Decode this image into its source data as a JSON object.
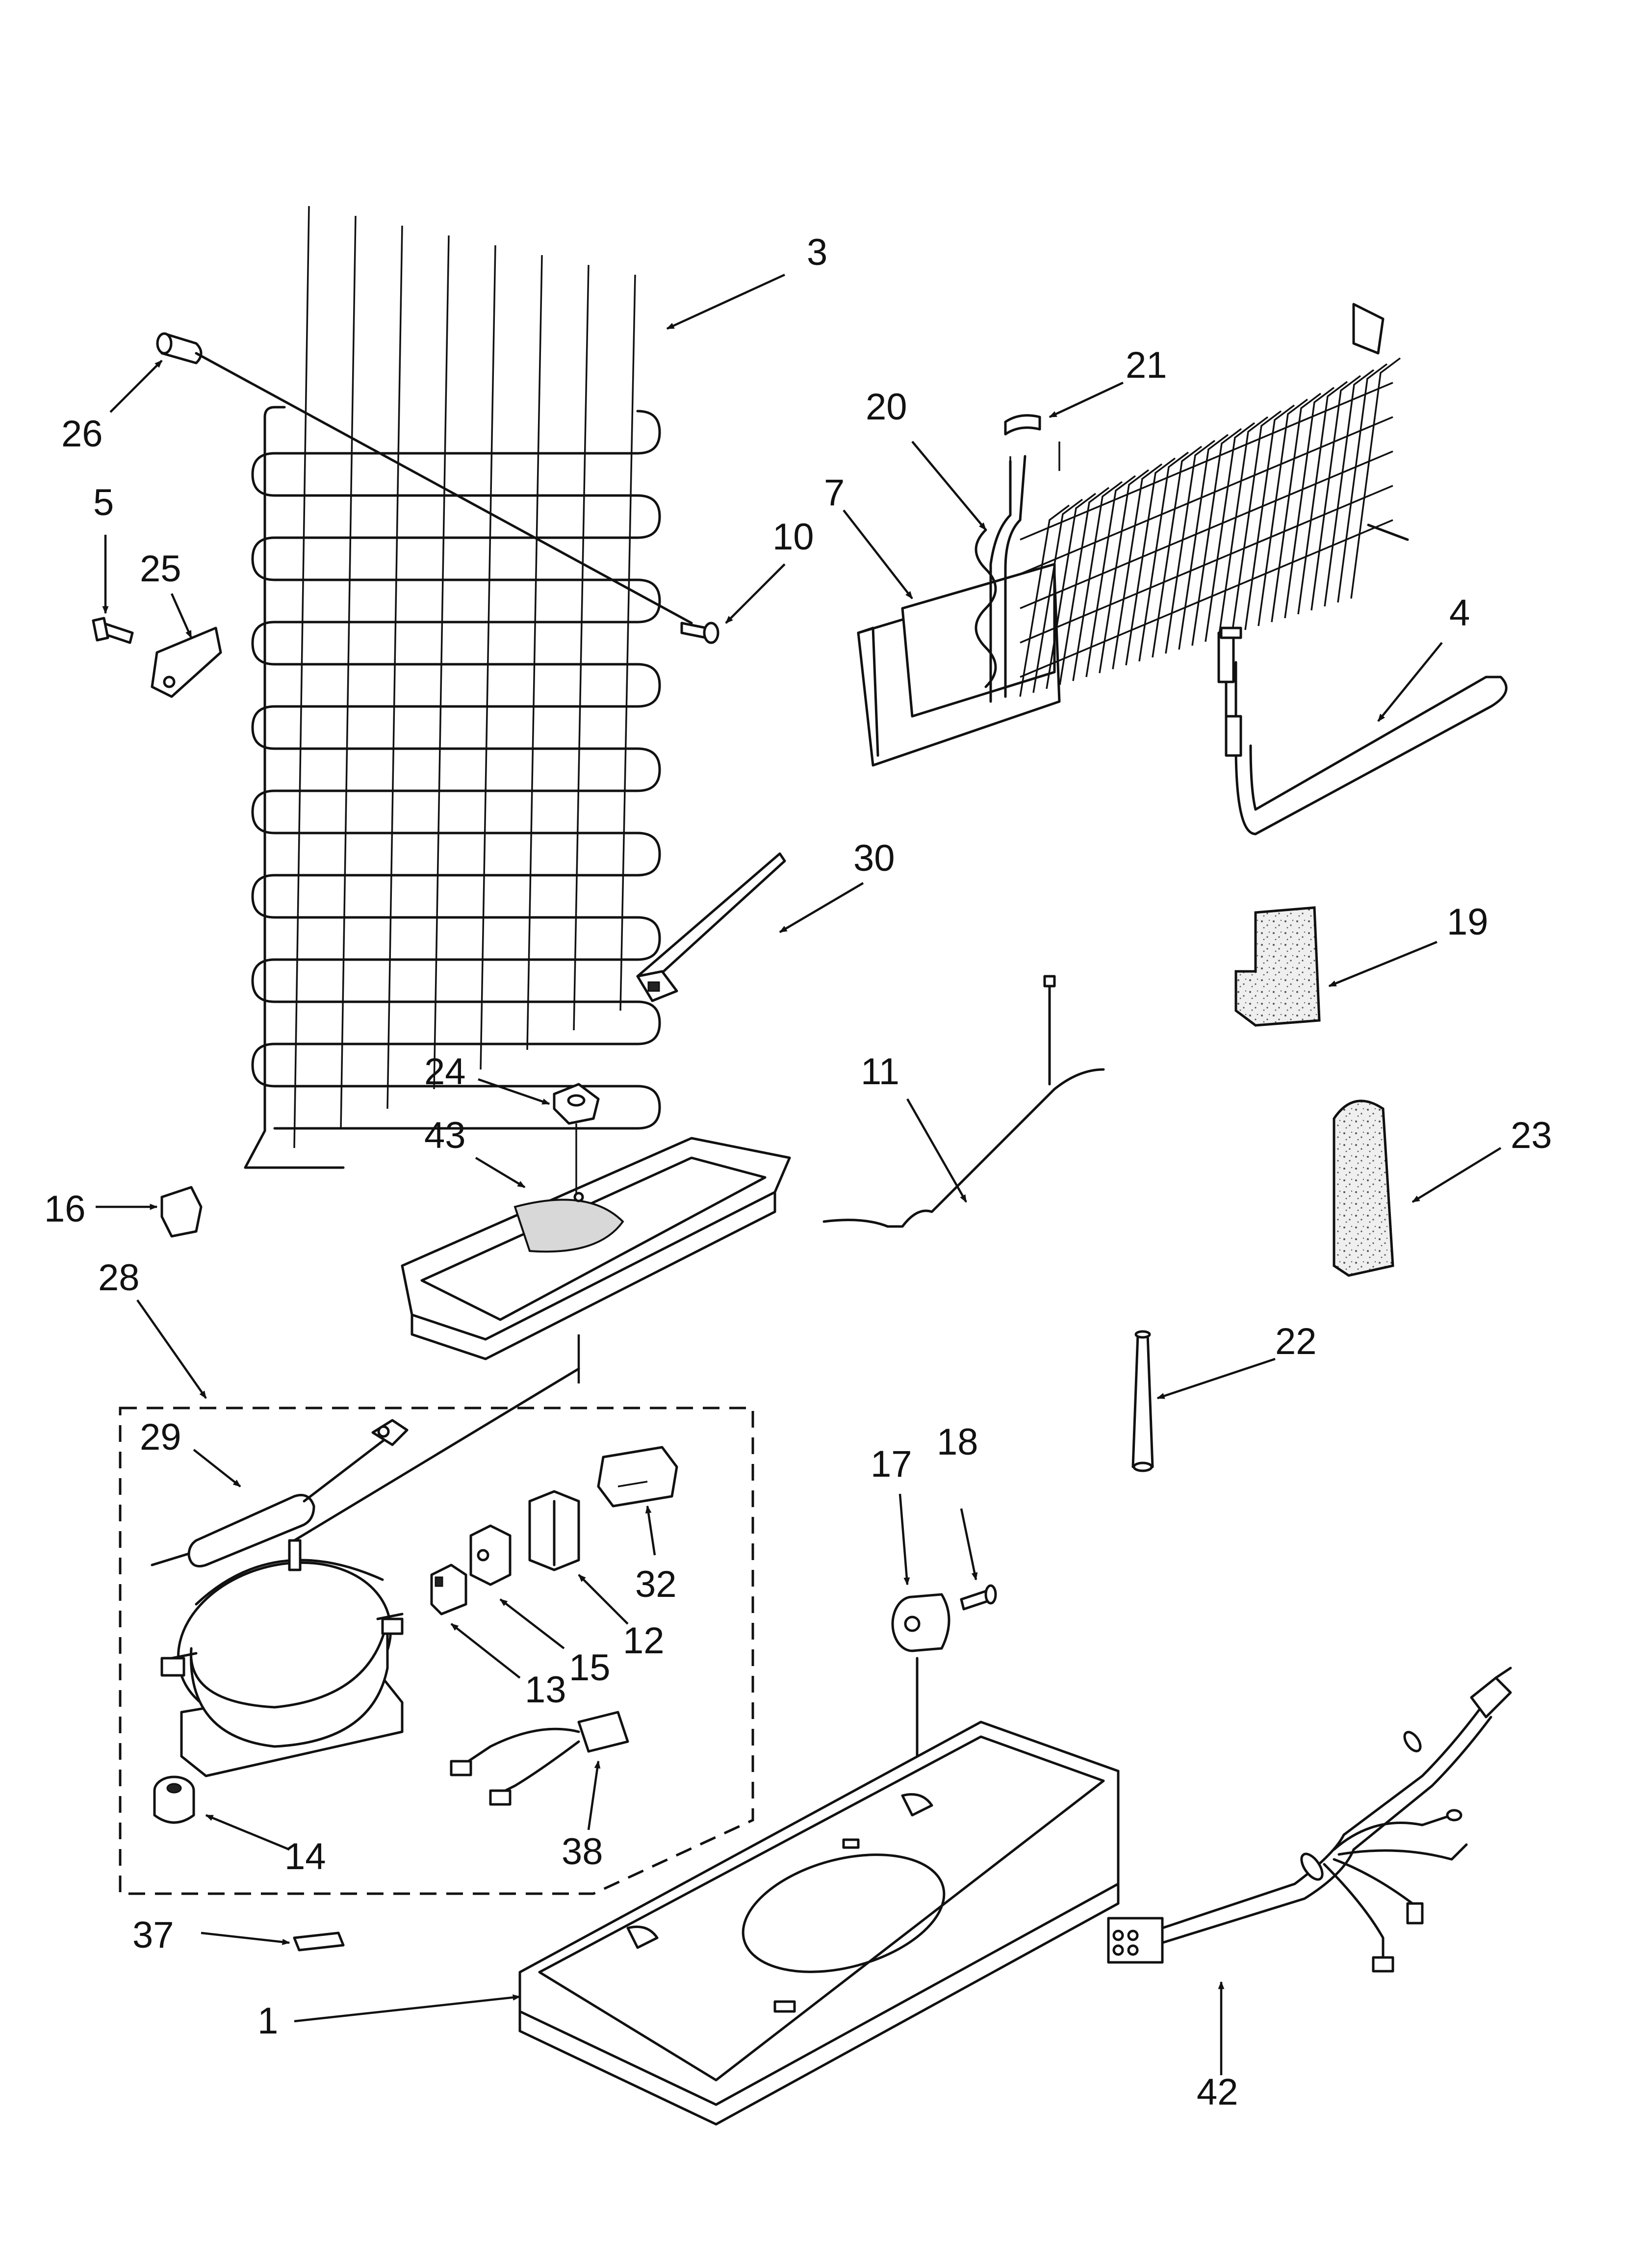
{
  "callouts": {
    "c1": "1",
    "c3": "3",
    "c4": "4",
    "c5": "5",
    "c7": "7",
    "c10": "10",
    "c11": "11",
    "c12": "12",
    "c13": "13",
    "c14": "14",
    "c15": "15",
    "c16": "16",
    "c17": "17",
    "c18": "18",
    "c19": "19",
    "c20": "20",
    "c21": "21",
    "c22": "22",
    "c23": "23",
    "c24": "24",
    "c25": "25",
    "c26": "26",
    "c28": "28",
    "c29": "29",
    "c30": "30",
    "c32": "32",
    "c37": "37",
    "c38": "38",
    "c42": "42",
    "c43": "43"
  }
}
